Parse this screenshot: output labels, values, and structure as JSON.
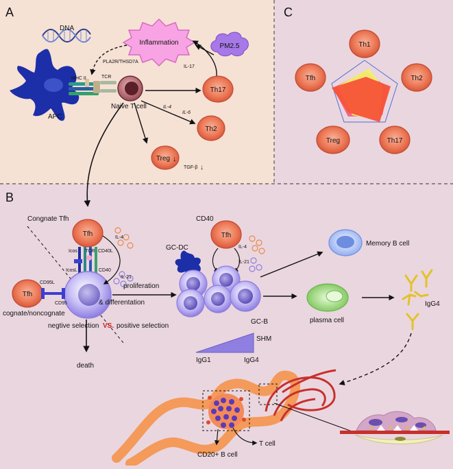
{
  "colors": {
    "panel_a_bg": "#f6e1d5",
    "panel_bc_bg": "#ead6df",
    "divider": "#555555",
    "cell_orange": "#e8704d",
    "cell_purple": "#8e7ee0",
    "plasma_green": "#8fd36a",
    "memory_blue": "#8aa8f0",
    "inflammation_pink": "#f7a0e0",
    "pm25_purple": "#a778e8",
    "apc_blue": "#1c2fa8",
    "naive_dark": "#7a2f3a",
    "antibody_yellow": "#e2c22a",
    "vessel_red": "#c7302c",
    "red_text": "#d02020"
  },
  "panels": {
    "a": "A",
    "b": "B",
    "c": "C"
  },
  "panel_a": {
    "dna": "DNA",
    "inflammation": "Inflammation",
    "pm25": "PM2.5",
    "pla2r": "PLA2R/THSD7A",
    "il17": "IL-17",
    "mhc": "MHC II",
    "tcr": "TCR",
    "apc": "APC",
    "naive": "Naive T cell",
    "th17": "Th17",
    "il4": "IL-4",
    "il6": "IL-6",
    "th2": "Th2",
    "treg": "Treg",
    "treg_arrow": "↓",
    "tgfb": "TGF-β",
    "tgfb_arrow": "↓"
  },
  "panel_b": {
    "cognate_tfh": "Congnate Tfh",
    "tfh": "Tfh",
    "il4": "IL-4",
    "icos": "Icos",
    "tcr": "TCR",
    "cd40l": "CD40L",
    "icosl": "IcosL",
    "cd40": "CD40",
    "il21": "IL-21",
    "proliferation": "proliferation",
    "differentiation": "& differentation",
    "cd95l": "CD95L",
    "cd95": "CD95",
    "tfh_left": "Tfh",
    "cognate_noncognate": "cognate/noncognate",
    "neg_sel": "negtive selection",
    "vs": "VS.",
    "pos_sel": "positive selection",
    "death": "death",
    "cd40_top": "CD40",
    "tfh_mid": "Tfh",
    "il4_mid": "IL-4",
    "il21_mid": "IL-21",
    "gcdc": "GC-DC",
    "gcb": "GC-B",
    "memory": "Memory B cell",
    "plasma": "plasma cell",
    "igg4": "IgG4",
    "shm": "SHM",
    "igg1": "IgG1",
    "igg4_bottom": "IgG4",
    "t_cell": "T cell",
    "cd20": "CD20+ B cell"
  },
  "panel_c": {
    "th1": "Th1",
    "th2": "Th2",
    "th17": "Th17",
    "treg": "Treg",
    "tfh": "Tfh"
  }
}
